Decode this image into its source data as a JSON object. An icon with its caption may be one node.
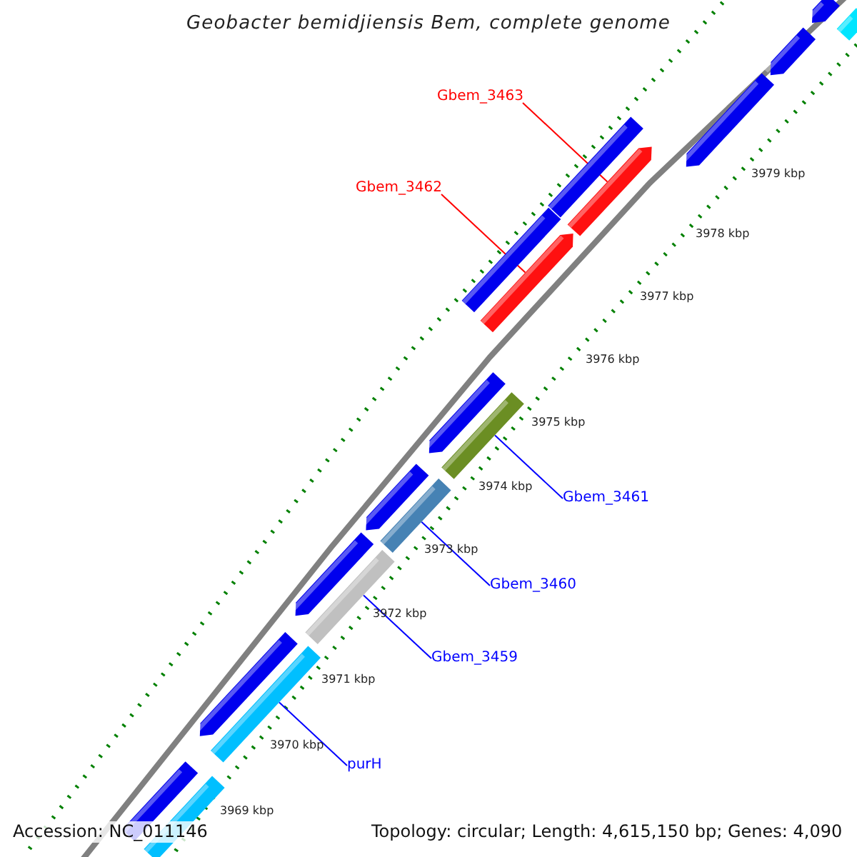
{
  "diagram": {
    "title": "Geobacter bemidjiensis Bem, complete genome",
    "nodes": [
      {
        "text": [
          "Gbem_3463"
        ]
      },
      {
        "text": [
          "Gbem_3462"
        ]
      },
      {
        "text": [
          "Gbem_3461"
        ]
      },
      {
        "text": [
          "Gbem_3460"
        ]
      },
      {
        "text": [
          "Gbem_3459"
        ]
      },
      {
        "text": [
          "purH"
        ]
      },
      {
        "text": [],
        "shape": "bar"
      },
      {
        "text": [],
        "shape": "bar"
      },
      {
        "text": [],
        "shape": "bar"
      },
      {
        "text": [],
        "shape": "bar"
      },
      {
        "text": [],
        "shape": "bar"
      },
      {
        "text": [],
        "shape": "bar"
      },
      {
        "text": [],
        "shape": "bar"
      },
      {
        "text": [],
        "shape": "bar"
      },
      {
        "text": [],
        "shape": "bar"
      },
      {
        "text": [],
        "shape": "bar"
      },
      {
        "text": [],
        "shape": "bar"
      },
      {
        "text": [],
        "shape": "bar"
      },
      {
        "text": [],
        "shape": "bar"
      },
      {
        "text": [],
        "shape": "bar"
      },
      {
        "text": [],
        "shape": "bar"
      },
      {
        "text": [],
        "shape": "bar"
      },
      {
        "text": [],
        "shape": "bar"
      },
      {
        "text": [],
        "shape": "bar"
      }
    ],
    "edges": [
      {
        "from": 0,
        "to": 11,
        "arrow": "none",
        "color": "#ff0000"
      },
      {
        "from": 1,
        "to": 13,
        "arrow": "none",
        "color": "#ff0000"
      },
      {
        "from": 2,
        "to": 15,
        "arrow": "none"
      },
      {
        "from": 3,
        "to": 17,
        "arrow": "none"
      },
      {
        "from": 4,
        "to": 19,
        "arrow": "none"
      },
      {
        "from": 5,
        "to": 21,
        "arrow": "none"
      }
    ],
    "labels": [
      "3979 kbp",
      "3978 kbp",
      "3977 kbp",
      "3976 kbp",
      "3975 kbp",
      "3974 kbp",
      "3973 kbp",
      "3972 kbp",
      "3971 kbp",
      "3970 kbp",
      "3969 kbp",
      "Accession: NC_011146",
      "Topology: circular; Length: 4,615,150 bp; Genes: 4,090"
    ]
  }
}
